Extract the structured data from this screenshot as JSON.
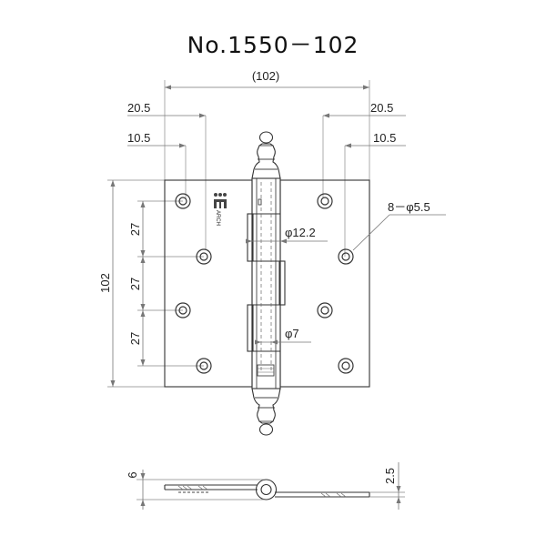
{
  "title": "No.1550－102",
  "dimensions": {
    "overall_width": "(102)",
    "left_outer": "20.5",
    "left_inner": "10.5",
    "right_outer": "20.5",
    "right_inner": "10.5",
    "height": "102",
    "pitch_1": "27",
    "pitch_2": "27",
    "pitch_3": "27",
    "holes": "8－φ5.5",
    "knuckle_dia": "φ12.2",
    "pin_dia": "φ7",
    "side_height": "6",
    "leaf_thickness": "2.5"
  },
  "logo": {
    "text": "ARCH"
  }
}
